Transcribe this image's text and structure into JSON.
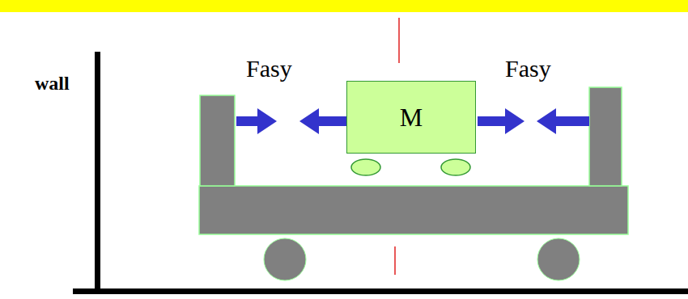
{
  "diagram": {
    "nodes": [
      {
        "text": [
          "M"
        ]
      }
    ],
    "labels": [
      "wall",
      "Fasy",
      "Fasy"
    ]
  }
}
